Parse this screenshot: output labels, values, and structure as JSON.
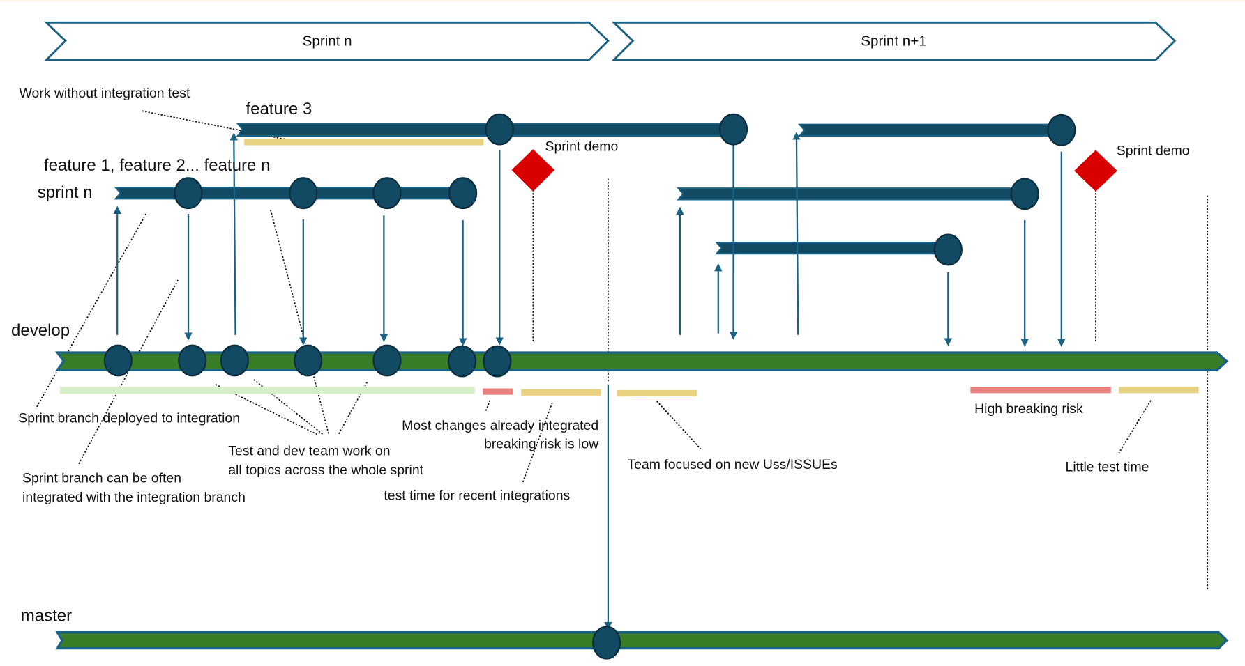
{
  "colors": {
    "branch_blue": "#134a63",
    "branch_outline": "#1a6283",
    "arrow_blue": "#1a6283",
    "develop_green": "#3a7d27",
    "commit_fill": "#124a63",
    "commit_stroke": "#0b2f40",
    "demo_red": "#d90000",
    "bar_yellow": "#e9d182",
    "bar_red": "#e88080",
    "bar_lightgreen": "#d6efc9"
  },
  "sprints": [
    {
      "label": "Sprint n"
    },
    {
      "label": "Sprint n+1"
    }
  ],
  "branches": {
    "feature3": "feature 3",
    "features": "feature 1, feature 2... feature n",
    "sprint_n": "sprint n",
    "develop": "develop",
    "master": "master"
  },
  "milestones": [
    {
      "label": "Sprint demo"
    },
    {
      "label": "Sprint demo"
    }
  ],
  "annotations": {
    "work_without_integration_test": "Work without integration test",
    "sprint_branch_deployed": "Sprint branch deployed to integration",
    "sprint_branch_integrated_1": "Sprint branch can be often",
    "sprint_branch_integrated_2": "integrated with the integration branch",
    "test_dev_team_1": "Test and dev team work on",
    "test_dev_team_2": "all topics across the whole sprint",
    "most_changes_1": "Most changes already integrated",
    "most_changes_2": "breaking risk is low",
    "test_time_recent": "test time for recent integrations",
    "team_focused": "Team focused on new Uss/ISSUEs",
    "high_breaking_risk": "High breaking risk",
    "little_test_time": "Little test time"
  }
}
